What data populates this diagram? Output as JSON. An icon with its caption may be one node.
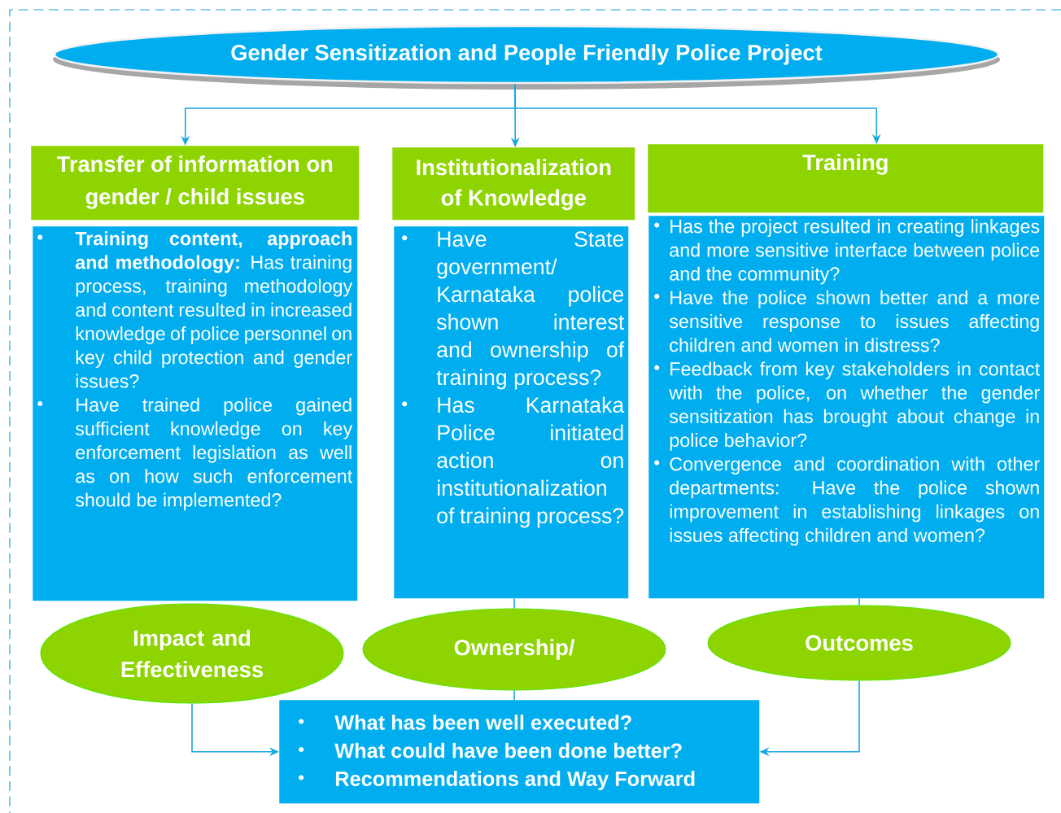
{
  "diagram": {
    "nodes": [
      {
        "text": [
          "Gender Sensitization and People Friendly Police Project"
        ]
      },
      {
        "text": [
          "Transfer of information on gender / child issues"
        ]
      },
      {
        "text": [
          "**Training content, approach and methodology:** Has training process, training methodology and content resulted in increased knowledge of police personnel on key child protection and gender issues?",
          "Have trained police gained sufficient knowledge on key enforcement legislation as well as on how such enforcement should be implemented?"
        ]
      },
      {
        "text": [
          "Institutionalization of Knowledge"
        ]
      },
      {
        "text": [
          "Have State government/ Karnataka police shown interest and ownership of training process?",
          "Has Karnataka Police initiated action on institutionalization of training process?"
        ]
      },
      {
        "text": [
          "Training"
        ]
      },
      {
        "text": [
          "Has the project resulted in creating linkages and more sensitive interface between police and the community?",
          "Have the police shown better and a more sensitive response to issues affecting children and women in distress?",
          "Feedback from key stakeholders in contact with the police, on whether the gender sensitization has brought about change in police behavior?",
          "Convergence and coordination with other departments: Have the police shown improvement in establishing linkages on issues affecting children and women?"
        ]
      },
      {
        "text": [
          "Impact and Effectiveness"
        ]
      },
      {
        "text": [
          "Ownership/"
        ]
      },
      {
        "text": [
          "Outcomes"
        ]
      },
      {
        "text": [
          "What has been well executed?",
          "What could have been done better?",
          "Recommendations and Way Forward"
        ]
      }
    ],
    "edges": [
      {
        "from": 0,
        "to": 1,
        "arrow": "to"
      },
      {
        "from": 0,
        "to": 3,
        "arrow": "to"
      },
      {
        "from": 0,
        "to": 5,
        "arrow": "to"
      },
      {
        "from": 4,
        "to": 8,
        "arrow": "none"
      },
      {
        "from": 6,
        "to": 9,
        "arrow": "none"
      },
      {
        "from": 7,
        "to": 10,
        "arrow": "to"
      },
      {
        "from": 8,
        "to": 10,
        "arrow": "none"
      },
      {
        "from": 9,
        "to": 10,
        "arrow": "to"
      }
    ]
  }
}
